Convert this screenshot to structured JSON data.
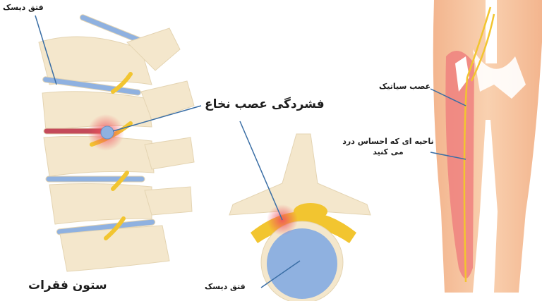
{
  "labels": {
    "disc_herniation_top": "فتق دیسک",
    "spinal_nerve_compression": "فشردگی عصب نخاع",
    "spinal_column": "ستون فقرات",
    "disc_herniation_bottom": "فتق دیسک",
    "sciatic_nerve": "عصب سیاتیک",
    "pain_area": "ناحیه ای که احساس درد می کنید"
  },
  "colors": {
    "bone": "#f4e7cc",
    "disc": "#8fb1e0",
    "nerve": "#f2c530",
    "inflammation": "#f0505a",
    "skin": "#f7c6a1",
    "muscle": "#ef7d7d",
    "pointer_line": "#3a6ea5"
  }
}
